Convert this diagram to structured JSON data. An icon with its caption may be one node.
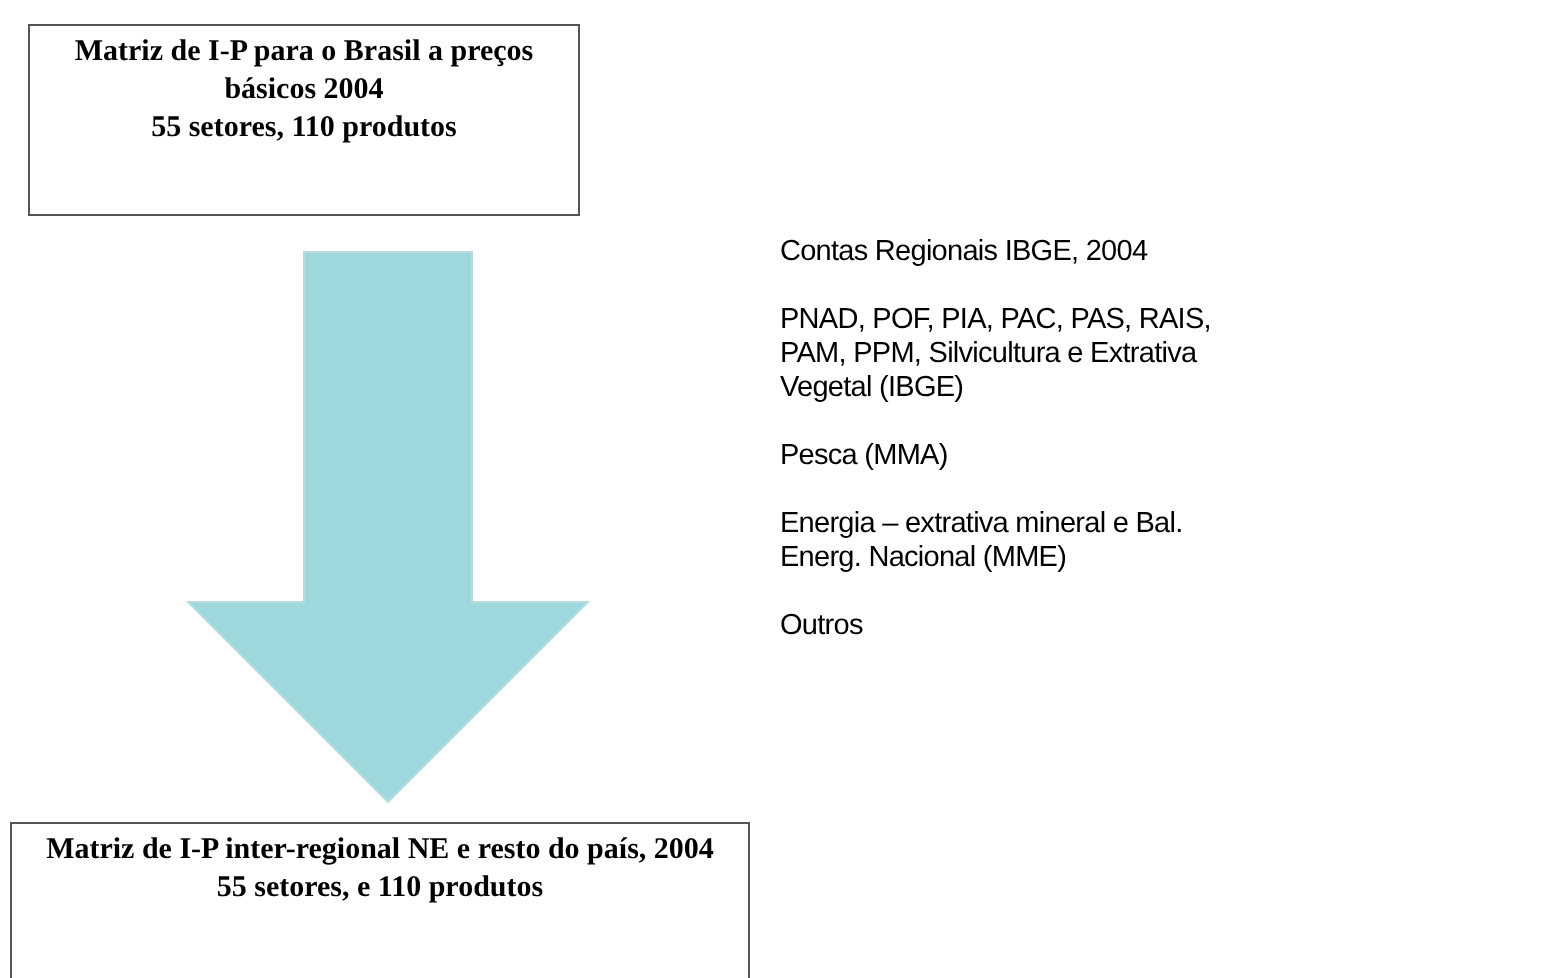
{
  "diagram": {
    "nodes": [
      {
        "text": [
          "Matriz de I-P para o Brasil a preços básicos 2004",
          "55 setores, 110 produtos"
        ]
      },
      {
        "text": [
          "Matriz de I-P inter-regional NE e resto do país, 2004",
          "55 setores, e 110 produtos"
        ]
      }
    ],
    "edges": [
      {
        "from": 0,
        "to": 1,
        "arrow": "to",
        "style": "thick",
        "color": "#9fd8dc"
      }
    ],
    "labels": [
      "Contas Regionais IBGE, 2004",
      "PNAD, POF, PIA, PAC, PAS, RAIS, PAM, PPM, Silvicultura e Extrativa Vegetal (IBGE)",
      "Pesca (MMA)",
      "Energia – extrativa mineral e Bal. Energ. Nacional (MME)",
      "Outros"
    ]
  }
}
